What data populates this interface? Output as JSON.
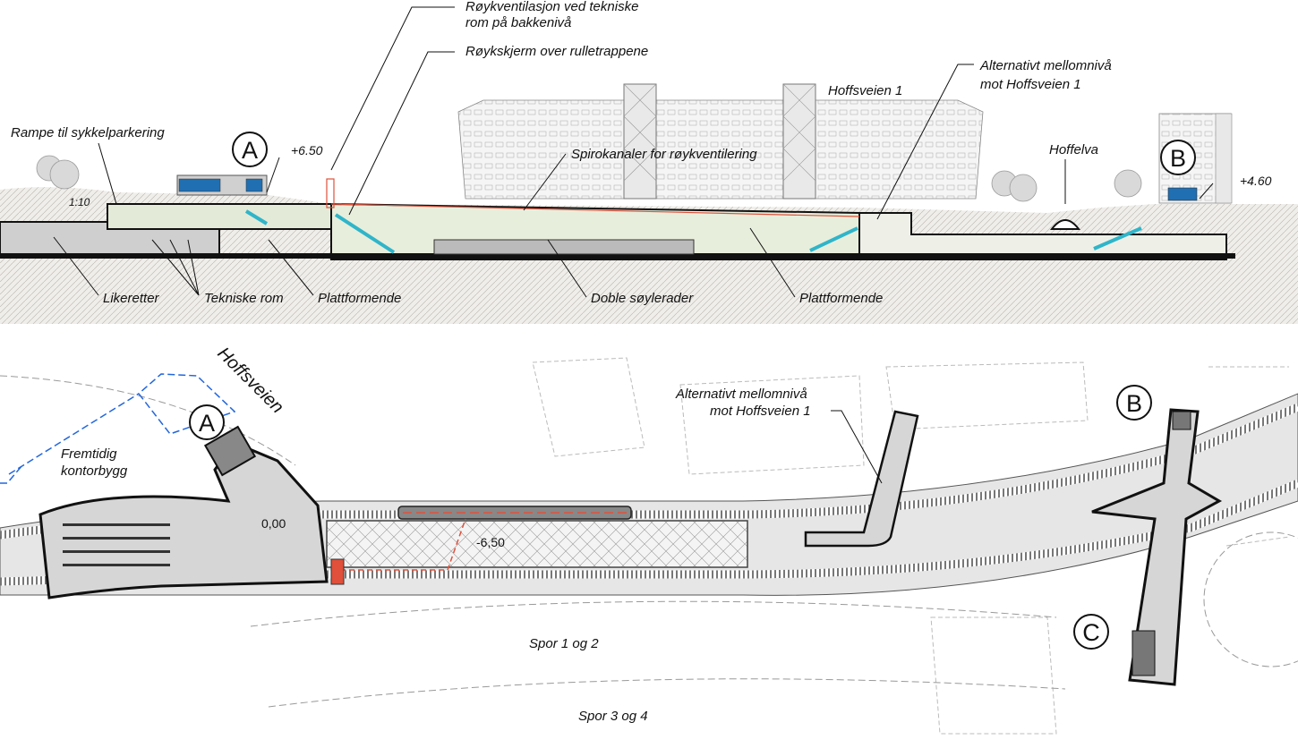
{
  "section": {
    "labels": {
      "smoke_vent": [
        "Røykventilasjon ved tekniske",
        "rom på bakkenivå"
      ],
      "smoke_screen": "Røykskjerm over rulletrappene",
      "ramp": "Rampe til sykkelparkering",
      "spiro": "Spirokanaler for røykventilering",
      "hoffsveien1": "Hoffsveien 1",
      "alt_mid": [
        "Alternativt mellomnivå",
        "mot Hoffsveien 1"
      ],
      "hoffelva": "Hoffelva",
      "slope": "1:10",
      "likeretter": "Likeretter",
      "tekniske": "Tekniske rom",
      "plattformende_left": "Plattformende",
      "doble": "Doble søylerader",
      "plattformende_right": "Plattformende"
    },
    "markers": {
      "a": "A",
      "b": "B"
    },
    "levels": {
      "a": "+6.50",
      "b": "+4.60"
    }
  },
  "plan": {
    "labels": {
      "street": "Hoffsveien",
      "office": [
        "Fremtidig",
        "kontorbygg"
      ],
      "alt_mid": [
        "Alternativt mellomnivå",
        "mot Hoffsveien 1"
      ],
      "tracks_12": "Spor 1 og 2",
      "tracks_34": "Spor 3 og 4"
    },
    "levels": {
      "ground": "0,00",
      "platform": "-6,50"
    },
    "markers": {
      "a": "A",
      "b": "B",
      "c": "C"
    }
  },
  "colors": {
    "escalator": "#2fb5c9",
    "smoke": "#e0503a",
    "office_outline": "#2266dd",
    "station_fill": "#d6d6d6"
  }
}
